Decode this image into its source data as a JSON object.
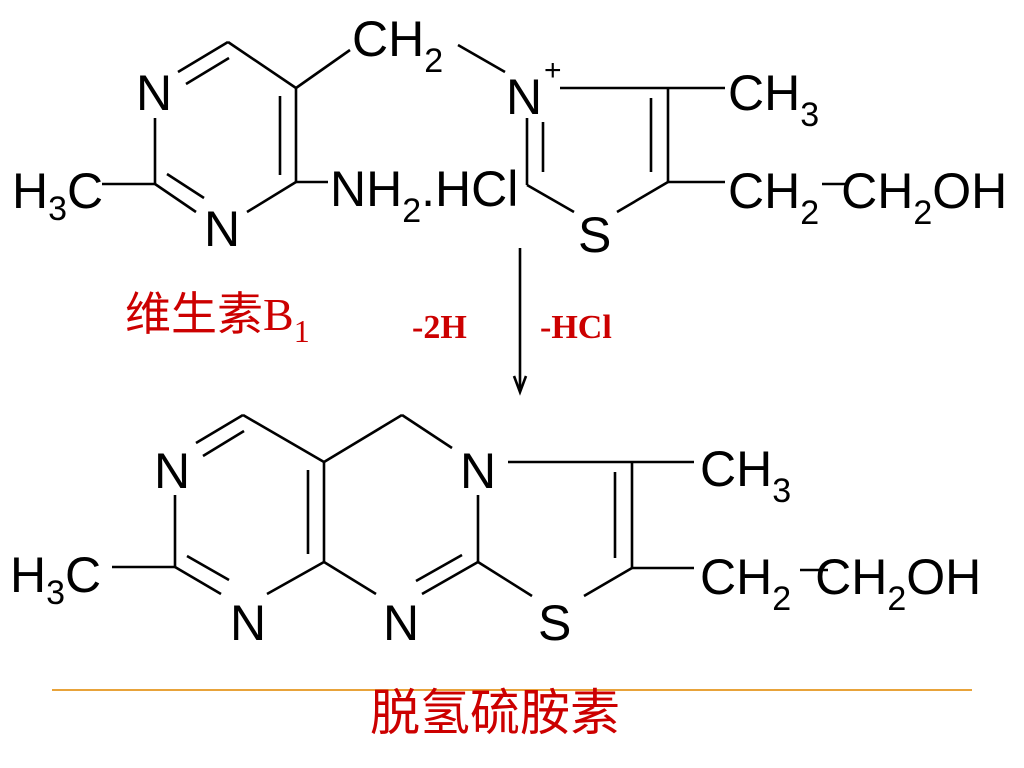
{
  "colors": {
    "accent_red": "#cc0000",
    "divider": "#e8a33a",
    "ink": "#000000"
  },
  "top": {
    "pyrimidine": {
      "n_top": "N",
      "n_bottom": "N",
      "h3c_h": "H",
      "h3c_3": "3",
      "h3c_c": "C"
    },
    "ch2_link": {
      "c_h": "CH",
      "two": "2"
    },
    "amine": {
      "nh": "NH",
      "two": "2",
      "hcl": ".HCl"
    },
    "thiazolium": {
      "n": "N",
      "plus": "+",
      "s": "S"
    },
    "methyl": {
      "ch": "CH",
      "three": "3"
    },
    "sidechain": {
      "ch_a": "CH",
      "two_a": "2",
      "ch_b": "CH",
      "two_b": "2",
      "oh": "OH"
    }
  },
  "label_b1": {
    "cn": "维生素",
    "b": "B",
    "sub": "1"
  },
  "reaction": {
    "left": "-2H",
    "right": "-HCl"
  },
  "bottom": {
    "n1": "N",
    "n2": "N",
    "n3": "N",
    "n4": "N",
    "s": "S",
    "h3c_h": "H",
    "h3c_3": "3",
    "h3c_c": "C",
    "methyl": {
      "ch": "CH",
      "three": "3"
    },
    "sidechain": {
      "ch_a": "CH",
      "two_a": "2",
      "ch_b": "CH",
      "two_b": "2",
      "oh": "OH"
    }
  },
  "product_title": "脱氢硫胺素"
}
